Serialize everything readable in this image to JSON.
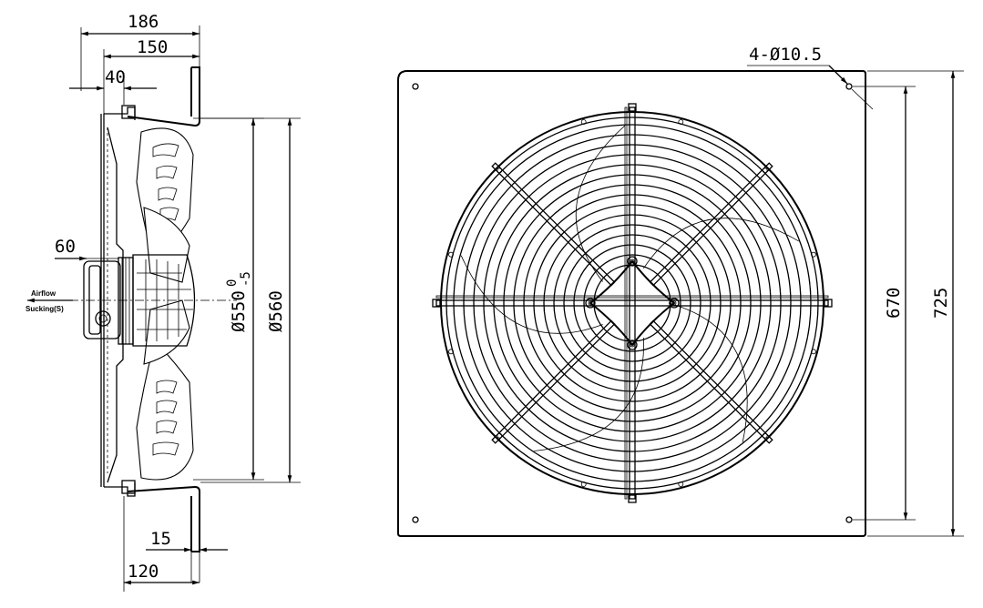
{
  "side_view": {
    "dim_overall_depth": "186",
    "dim_frame_depth": "150",
    "dim_flange_offset": "40",
    "dim_motor_offset": "60",
    "dim_blade_diameter_base": "Ø550",
    "dim_blade_diameter_upper_tol": "0",
    "dim_blade_diameter_lower_tol": "-5",
    "dim_ring_diameter": "Ø560",
    "dim_plate_thickness": "15",
    "dim_bottom_depth": "120",
    "airflow_label": "Airflow",
    "sucking_label": "Sucking(S)"
  },
  "front_view": {
    "dim_holes": "4-Ø10.5",
    "dim_hole_spacing": "670",
    "dim_plate_size": "725"
  }
}
